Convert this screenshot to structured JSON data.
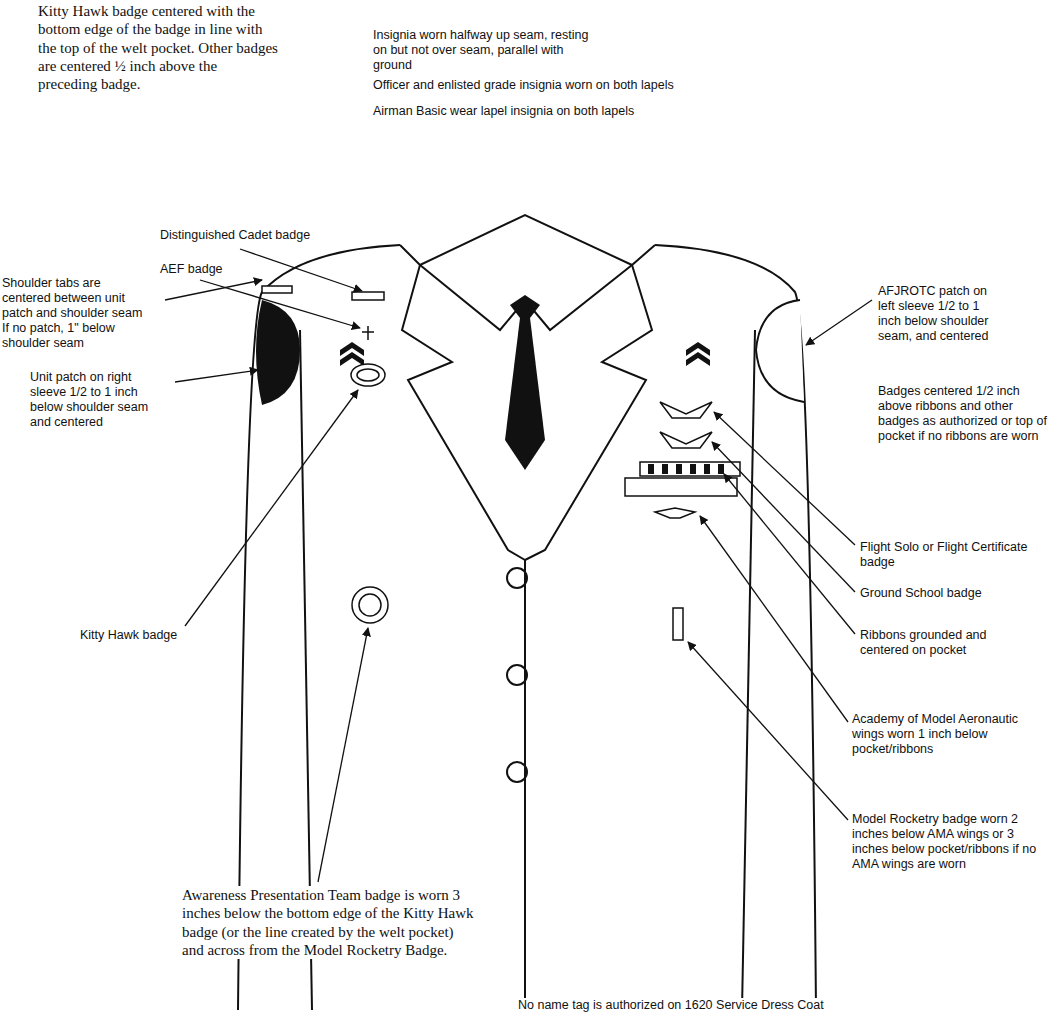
{
  "diagram": {
    "labels": [
      "Kitty Hawk badge centered with the bottom edge of the badge in line with the top of the welt pocket. Other badges are centered ½ inch above the preceding badge.",
      "Insignia worn halfway up seam, resting on but not over seam, parallel with ground",
      "Officer and enlisted grade insignia worn on both lapels",
      "Airman Basic wear lapel insignia on both lapels",
      "Distinguished Cadet badge",
      "AEF badge",
      "Shoulder tabs are centered between unit patch and shoulder seam If no patch, 1\" below shoulder seam",
      "Unit patch on right sleeve 1/2 to 1 inch below shoulder seam and centered",
      "AFJROTC patch on left sleeve 1/2 to 1 inch below shoulder seam, and centered",
      "Badges centered 1/2 inch above ribbons and other badges as authorized or top of pocket if no ribbons are worn",
      "Kitty Hawk badge",
      "Flight Solo or Flight Certificate badge",
      "Ground School badge",
      "Ribbons grounded and centered on pocket",
      "Academy of Model Aeronautic wings worn 1 inch below pocket/ribbons",
      "Model Rocketry badge worn 2 inches below AMA wings or 3 inches below pocket/ribbons if no AMA wings are worn",
      "Awareness Presentation Team badge is worn 3 inches below the bottom edge of the Kitty Hawk badge (or the line created by the welt pocket) and across from the Model Rocketry Badge.",
      "No name tag is authorized on 1620 Service Dress Coat"
    ]
  }
}
